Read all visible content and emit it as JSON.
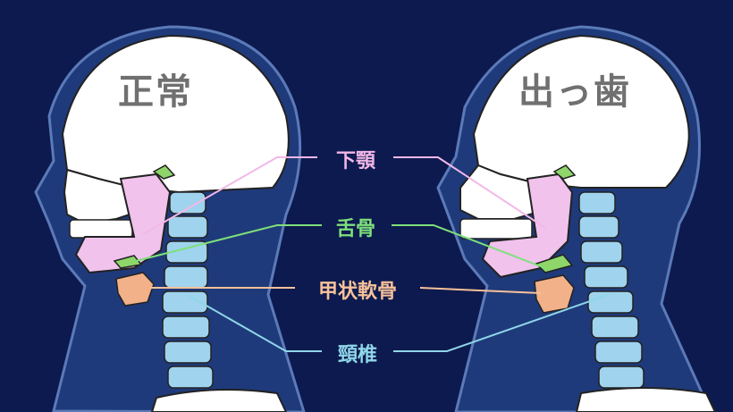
{
  "titles": {
    "normal": "正常",
    "protruding": "出っ歯"
  },
  "labels": {
    "mandible": {
      "text": "下顎",
      "color": "#f2b8e8"
    },
    "hyoid": {
      "text": "舌骨",
      "color": "#7ee07a"
    },
    "thyroid_cartilage": {
      "text": "甲状軟骨",
      "color": "#f7c19a"
    },
    "cervical_spine": {
      "text": "頸椎",
      "color": "#8fd6e8"
    }
  },
  "colors": {
    "background": "#0d1a4f",
    "skin": "#1f3a7a",
    "bone": "#ffffff",
    "mandible": "#f0c2ec",
    "hyoid": "#8ed66a",
    "thyroid": "#f2b188",
    "spine": "#9fd3ee"
  }
}
